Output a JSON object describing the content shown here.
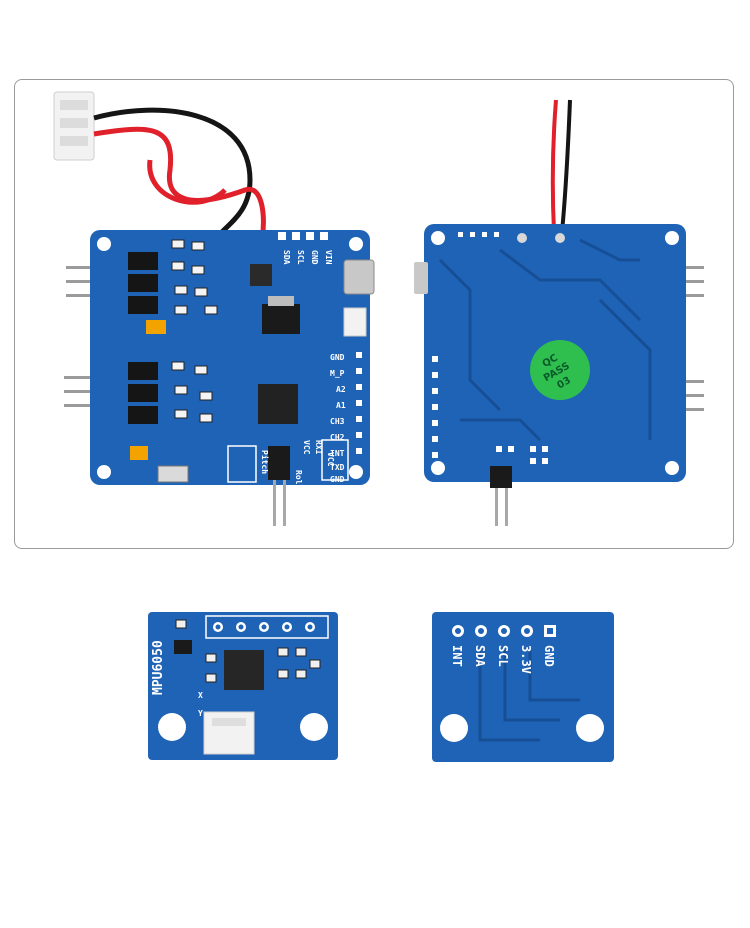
{
  "colors": {
    "pcb_blue": "#1f63b6",
    "pcb_dark": "#174f96",
    "silkscreen": "#ffffff",
    "wire_red": "#e0202a",
    "wire_black": "#151515",
    "qc_sticker": "#2fbf4f",
    "frame_border": "#9a9a9a"
  },
  "controller_front": {
    "header_labels": [
      "SDA",
      "SCL",
      "GND",
      "VIN"
    ],
    "side_labels": [
      "GND",
      "M_P",
      "A2",
      "A1",
      "CH3",
      "CH2",
      "INT",
      "TXD",
      "GND"
    ],
    "bottom_labels": [
      "VCC",
      "RXI",
      "VCC"
    ],
    "axis_labels": [
      "Pitch",
      "Roll"
    ]
  },
  "controller_back": {
    "qc_sticker": [
      "QC",
      "PASS",
      "03"
    ]
  },
  "sensor_front": {
    "chip_label": "MPU6050",
    "axis_labels": [
      "X",
      "Y"
    ]
  },
  "sensor_back": {
    "pin_labels": [
      "INT",
      "SDA",
      "SCL",
      "3.3V",
      "GND"
    ]
  }
}
